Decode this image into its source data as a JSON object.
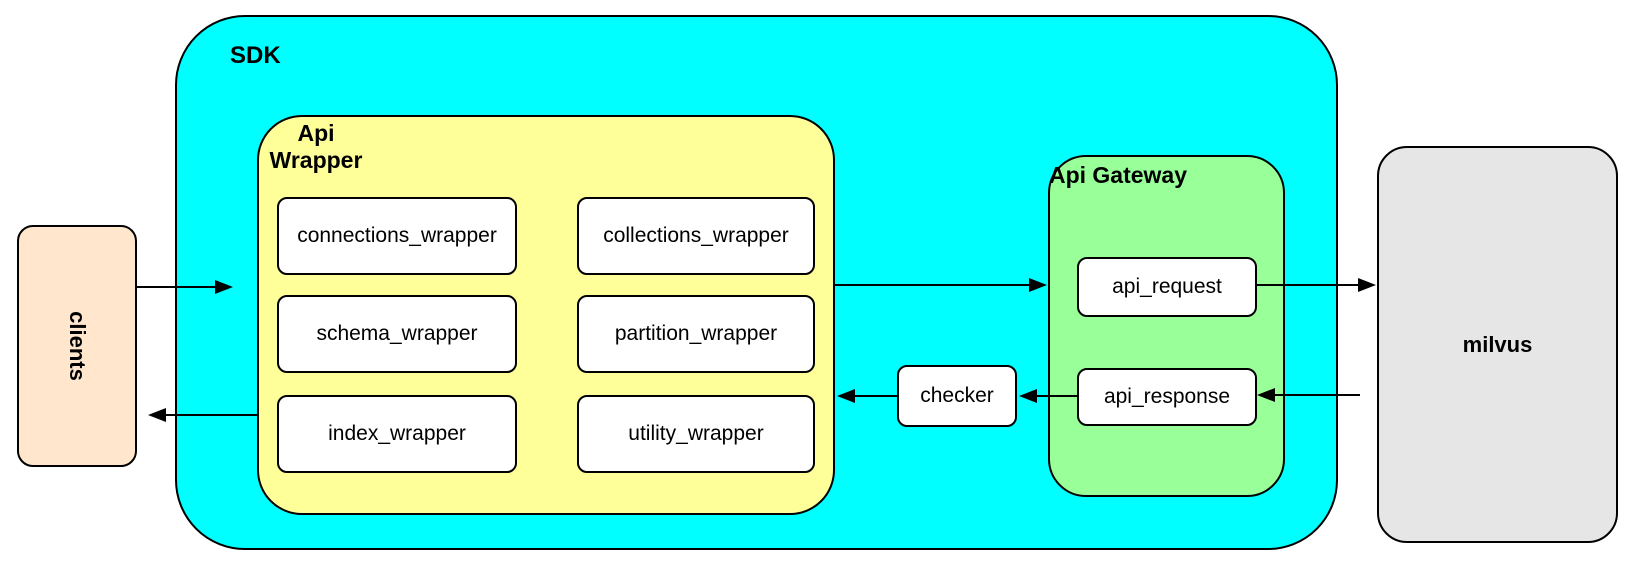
{
  "colors": {
    "sdk_fill": "#00ffff",
    "api_wrapper_fill": "#ffff99",
    "api_gateway_fill": "#99ff99",
    "clients_fill": "#ffe6cc",
    "milvus_fill": "#e6e6e6",
    "inner_box_fill": "#ffffff",
    "stroke": "#000000"
  },
  "clients": {
    "label": "clients"
  },
  "sdk": {
    "label": "SDK"
  },
  "api_wrapper": {
    "label": "Api Wrapper",
    "boxes": [
      "connections_wrapper",
      "collections_wrapper",
      "schema_wrapper",
      "partition_wrapper",
      "index_wrapper",
      "utility_wrapper"
    ]
  },
  "checker": {
    "label": "checker"
  },
  "api_gateway": {
    "label": "Api Gateway",
    "boxes": [
      "api_request",
      "api_response"
    ]
  },
  "milvus": {
    "label": "milvus"
  }
}
